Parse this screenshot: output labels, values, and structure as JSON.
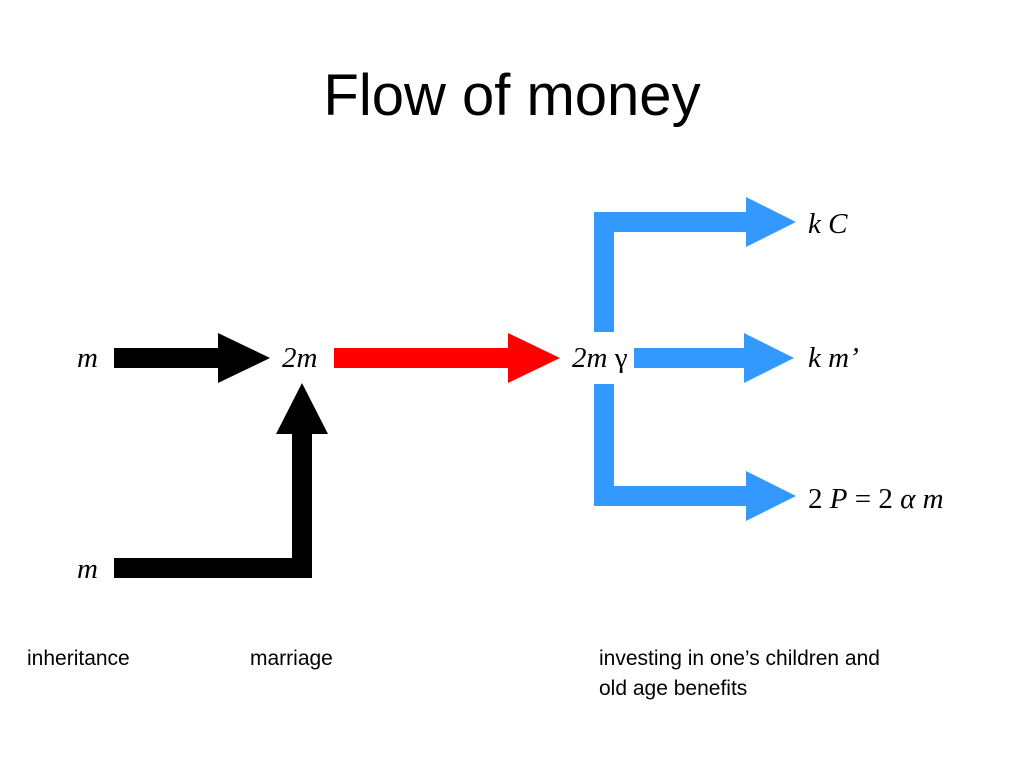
{
  "title": "Flow of money",
  "colors": {
    "black_flow": "#000000",
    "red_flow": "#ff0000",
    "blue_flow": "#3399ff"
  },
  "nodes": {
    "left_top_m": "m",
    "left_bottom_m": "m",
    "middle_2m": "2m",
    "right_2m": "2m",
    "right_gamma": "γ",
    "out_top": {
      "k": "k",
      "var": "C"
    },
    "out_mid": {
      "k": "k",
      "var": "m’"
    },
    "out_bottom": {
      "two_a": "2",
      "P": "P",
      "eq": "=",
      "two_b": "2",
      "alpha": "α",
      "m": "m"
    }
  },
  "captions": {
    "inheritance": "inheritance",
    "marriage": "marriage",
    "investing_line1": "investing in one’s children and",
    "investing_line2": "old age benefits"
  }
}
